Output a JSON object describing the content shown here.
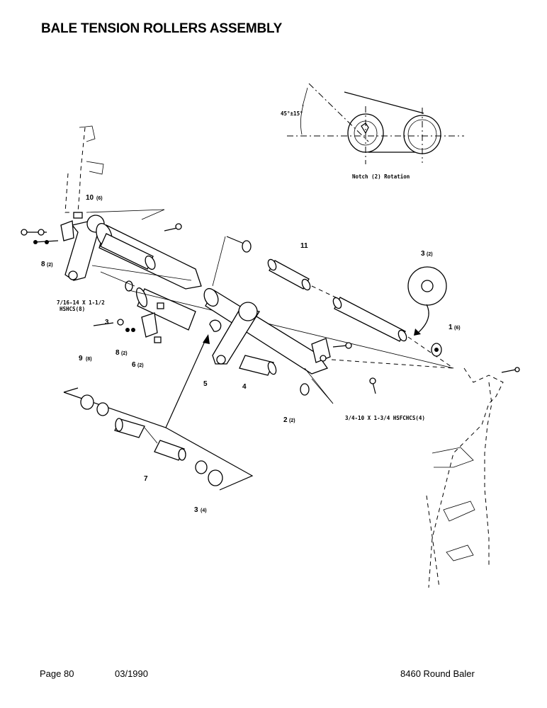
{
  "page": {
    "title": "BALE TENSION ROLLERS ASSEMBLY",
    "footer": {
      "page": "Page 80",
      "date": "03/1990",
      "model": "8460 Round Baler"
    }
  },
  "inset": {
    "angle": "45°±15°",
    "caption": "Notch (2) Rotation"
  },
  "callouts": {
    "c1": {
      "num": "1",
      "qty": "(6)"
    },
    "c2": {
      "num": "2",
      "qty": "(2)"
    },
    "c3a": {
      "num": "3",
      "qty": "(2)"
    },
    "c3b": {
      "num": "3",
      "qty": "(4)"
    },
    "c3c": {
      "num": "3",
      "qty": ""
    },
    "c4": {
      "num": "4",
      "qty": ""
    },
    "c5": {
      "num": "5",
      "qty": ""
    },
    "c6": {
      "num": "6",
      "qty": "(2)"
    },
    "c7": {
      "num": "7",
      "qty": ""
    },
    "c8a": {
      "num": "8",
      "qty": "(2)"
    },
    "c8b": {
      "num": "8",
      "qty": "(2)"
    },
    "c9": {
      "num": "9",
      "qty": "(8)"
    },
    "c10": {
      "num": "10",
      "qty": "(6)"
    },
    "c11": {
      "num": "11",
      "qty": ""
    }
  },
  "hardware": {
    "bolt_a_line1": "7/16-14 X 1-1/2",
    "bolt_a_line2": "HSHCS(8)",
    "bolt_b": "3/4-10 X 1-3/4 HSFCHCS(4)"
  }
}
